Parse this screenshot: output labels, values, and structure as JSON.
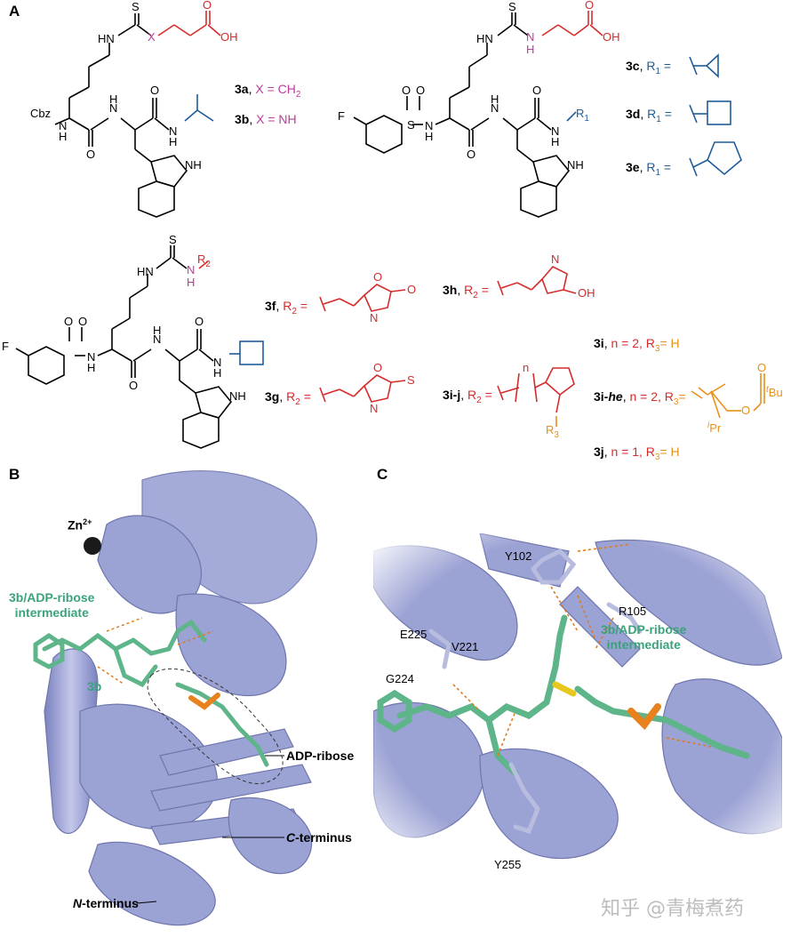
{
  "panels": {
    "a": "A",
    "b": "B",
    "c": "C"
  },
  "panelA": {
    "row1_left": {
      "atoms": {
        "S": "S",
        "X": "X",
        "OH": "OH",
        "O": "O",
        "HN": "HN",
        "Cbz": "Cbz",
        "N": "N",
        "H": "H",
        "NH": "NH"
      },
      "c3a": {
        "id": "3a",
        "sep": ", ",
        "text": "X = CH",
        "sub": "2"
      },
      "c3b": {
        "id": "3b",
        "sep": ", ",
        "text": "X = NH"
      }
    },
    "row1_right": {
      "atoms": {
        "S": "S",
        "HN": "HN",
        "N": "N",
        "H": "H",
        "OH": "OH",
        "O": "O",
        "F": "F",
        "S2": "S",
        "R1": "R",
        "R1sub": "1",
        "NH": "NH"
      },
      "c3c": {
        "id": "3c",
        "sep": ", ",
        "text": "R",
        "sub": "1",
        "eq": " ="
      },
      "c3d": {
        "id": "3d",
        "sep": ", ",
        "text": "R",
        "sub": "1",
        "eq": " ="
      },
      "c3e": {
        "id": "3e",
        "sep": ", ",
        "text": "R",
        "sub": "1",
        "eq": " ="
      }
    },
    "row2": {
      "atoms": {
        "S": "S",
        "HN": "HN",
        "N": "N",
        "H": "H",
        "R2": "R",
        "R2sub": "2",
        "F": "F",
        "O": "O",
        "NH": "NH"
      },
      "c3f": {
        "id": "3f",
        "sep": ", ",
        "text": "R",
        "sub": "2",
        "eq": " ="
      },
      "c3g": {
        "id": "3g",
        "sep": ", ",
        "text": "R",
        "sub": "2",
        "eq": " ="
      },
      "c3h": {
        "id": "3h",
        "sep": ", ",
        "text": "R",
        "sub": "2",
        "eq": " ="
      },
      "c3ij": {
        "id": "3i-j",
        "sep": ", ",
        "text": "R",
        "sub": "2",
        "eq": " ="
      },
      "c3i": {
        "id": "3i",
        "sep": ", ",
        "text": "n = 2, R",
        "sub": "3",
        "eq": "= H"
      },
      "c3ihe": {
        "id": "3i-",
        "id_it": "he",
        "sep": ", ",
        "text": "n = 2, R",
        "sub": "3",
        "eq": "="
      },
      "c3j": {
        "id": "3j",
        "sep": ", ",
        "text": "n = 1, R",
        "sub": "3",
        "eq": "= H"
      },
      "frag": {
        "tBu": "Bu",
        "tBu_sup": "t",
        "iPr": "Pr",
        "iPr_sup": "i",
        "O": "O",
        "n": "n",
        "R3": "R",
        "R3sub": "3",
        "OH": "OH",
        "S": "S",
        "Ohet": "O",
        "N": "N",
        "H": "H"
      }
    }
  },
  "panelB": {
    "zn": "Zn",
    "zn_sup": "2+",
    "intermediate_1": "3b/ADP-ribose",
    "intermediate_2": "intermediate",
    "ligand": "3b",
    "adp": "ADP-ribose",
    "cterm_it": "C",
    "cterm": "-terminus",
    "nterm_it": "N",
    "nterm": "-terminus"
  },
  "panelC": {
    "y102": "Y102",
    "r105": "R105",
    "e225": "E225",
    "v221": "V221",
    "g224": "G224",
    "y255": "Y255",
    "intermediate_1": "3b/ADP-ribose",
    "intermediate_2": "intermediate"
  },
  "watermark": "知乎 @青梅煮药",
  "colors": {
    "protein": "#9ba2d4",
    "ligand": "#5fb58a",
    "phosphate": "#e8821e",
    "hbond": "#e07a1f",
    "pink": "#c0399b",
    "blue": "#1f5c99",
    "red": "#d62b2b",
    "orange": "#e8901a"
  }
}
